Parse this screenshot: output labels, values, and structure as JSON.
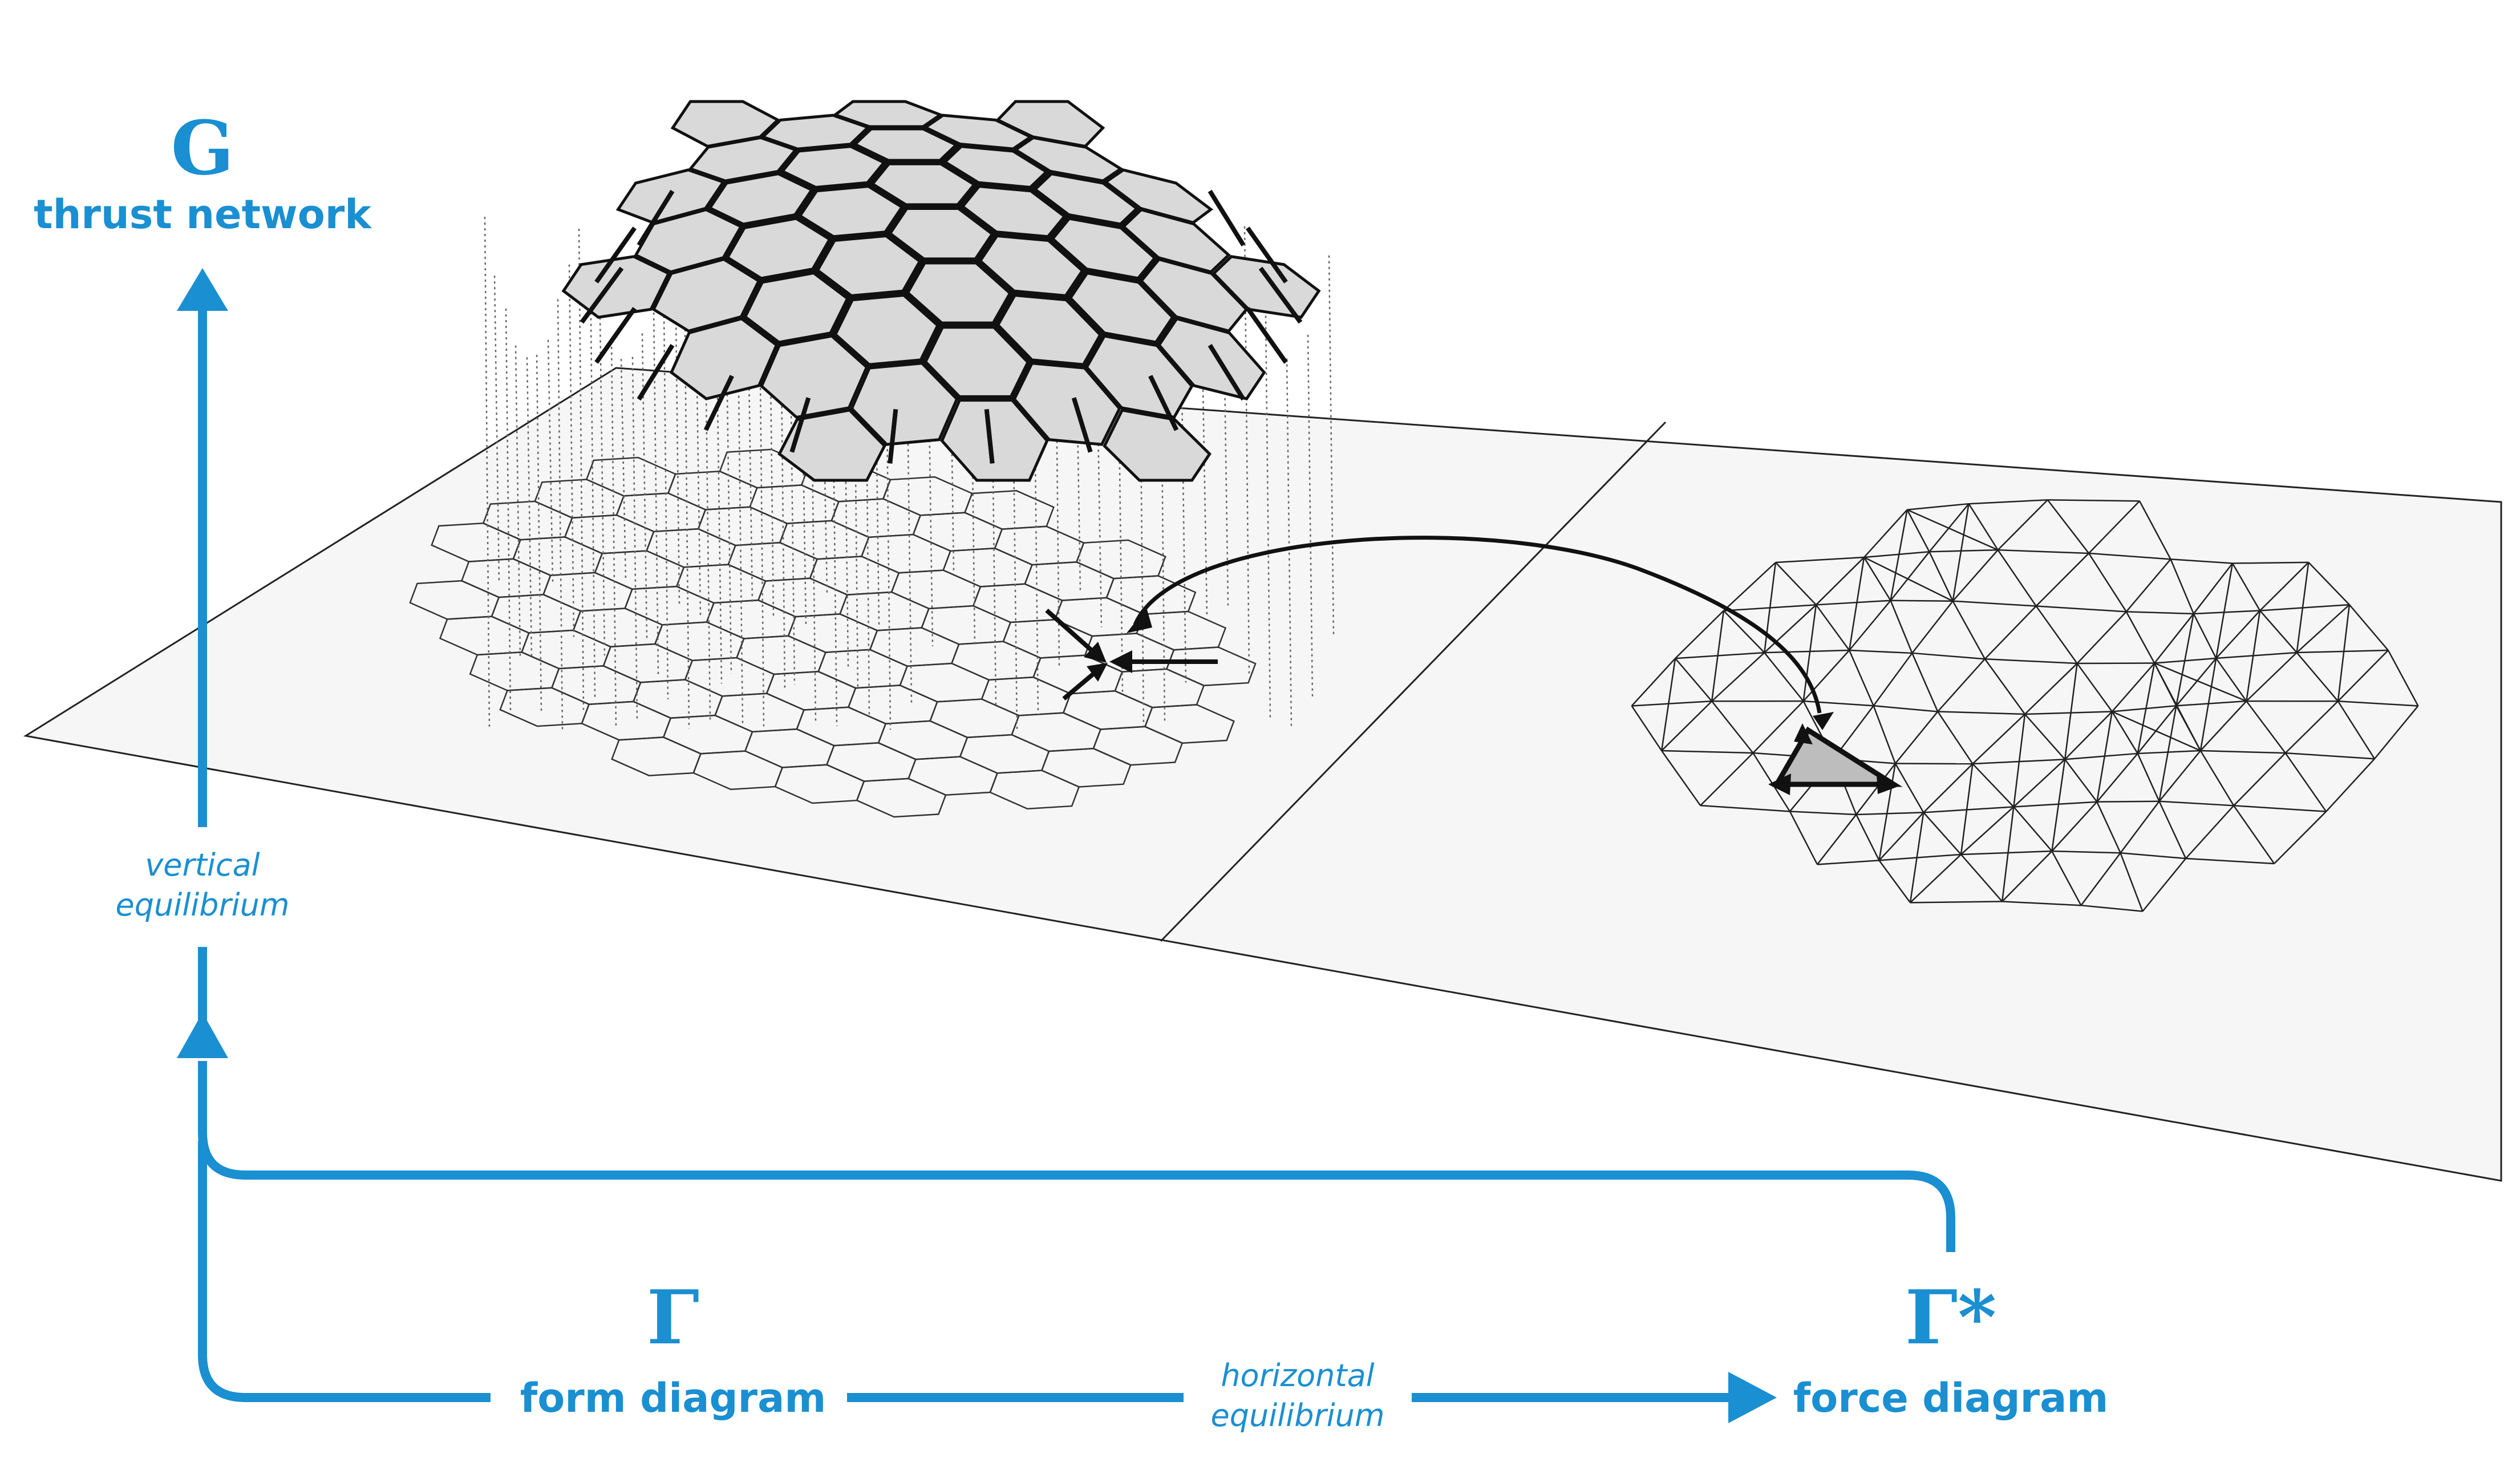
{
  "thrust_network": {
    "symbol": "G",
    "label": "thrust network"
  },
  "form_diagram": {
    "symbol": "Γ",
    "label": "form diagram"
  },
  "force_diagram": {
    "symbol": "Γ*",
    "label": "force diagram"
  },
  "vertical_equilibrium": {
    "line1": "vertical",
    "line2": "equilibrium"
  },
  "horizontal_equilibrium": {
    "line1": "horizontal",
    "line2": "equilibrium"
  },
  "colors": {
    "accent": "#1a8fd1",
    "ink": "#111111",
    "plane": "#f6f6f6",
    "shell": "#d9d9d9"
  }
}
